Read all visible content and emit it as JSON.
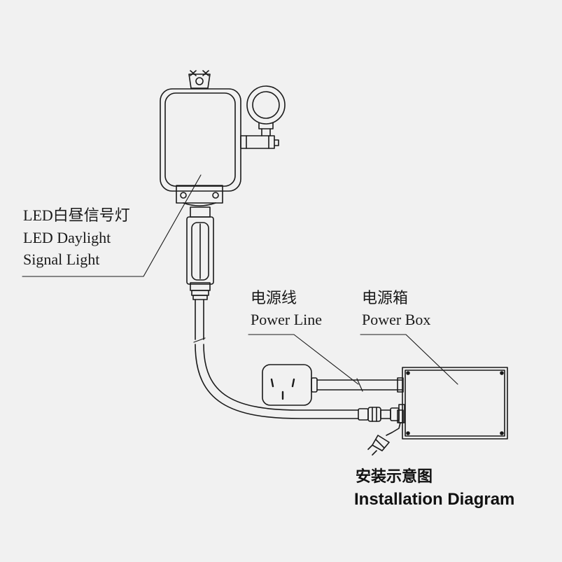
{
  "labels": {
    "signal_light": {
      "cn": "LED白昼信号灯",
      "en_line1": "LED Daylight",
      "en_line2": "Signal Light"
    },
    "power_line": {
      "cn": "电源线",
      "en": "Power Line"
    },
    "power_box": {
      "cn": "电源箱",
      "en": "Power Box"
    }
  },
  "title": {
    "cn": "安装示意图",
    "en": "Installation Diagram"
  },
  "colors": {
    "background": "#f1f1f1",
    "line": "#1a1a1a"
  }
}
